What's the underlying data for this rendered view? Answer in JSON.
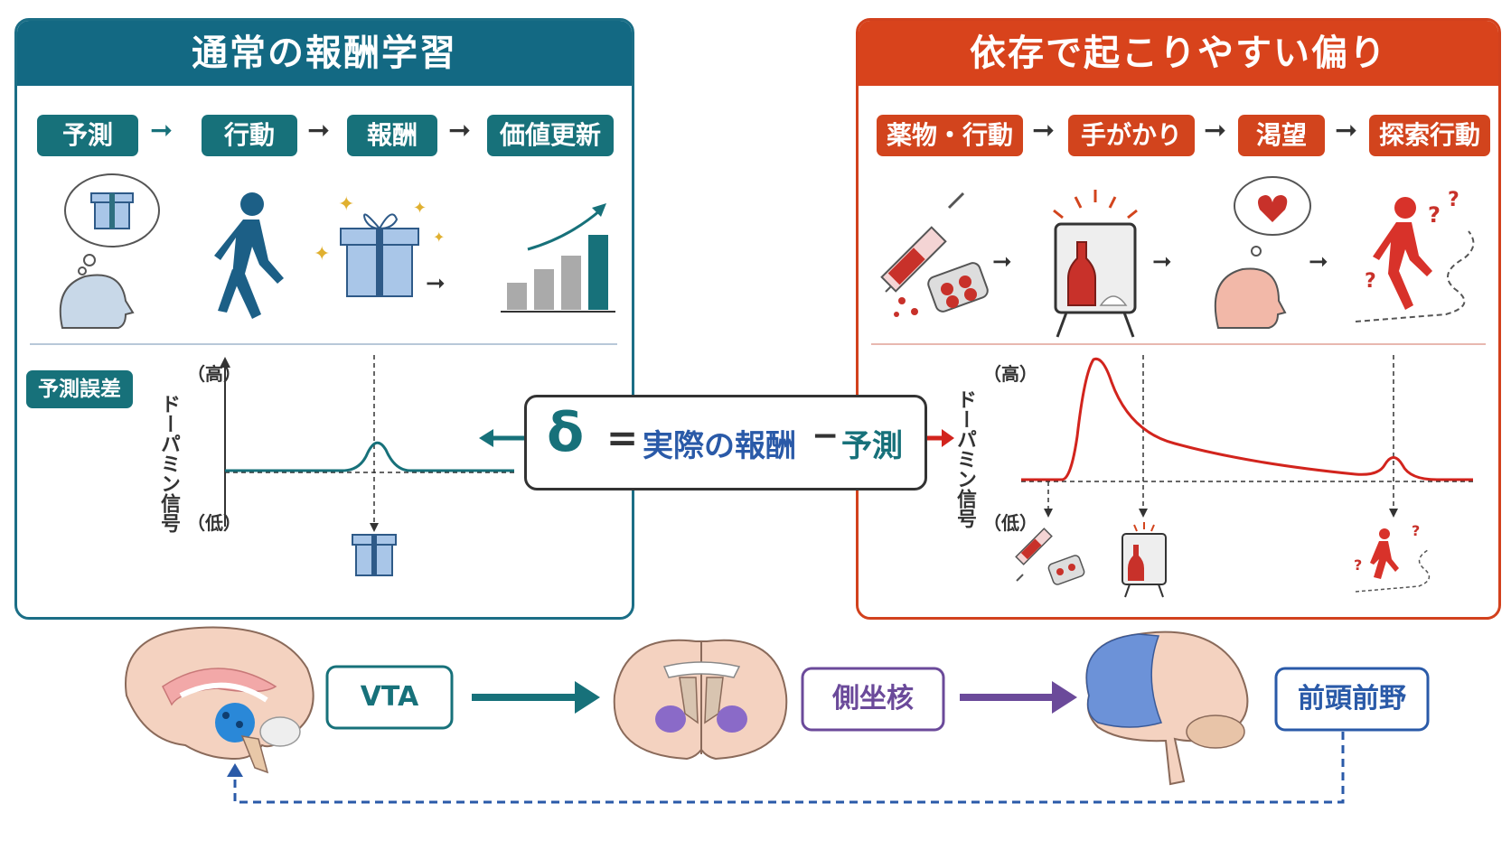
{
  "left_panel": {
    "title": "通常の報酬学習",
    "steps": [
      "予測",
      "行動",
      "報酬",
      "価値更新"
    ],
    "tag": "予測誤差",
    "ylabel": "ドーパミン信号",
    "high": "（高）",
    "low": "（低）"
  },
  "right_panel": {
    "title": "依存で起こりやすい偏り",
    "steps": [
      "薬物・行動",
      "手がかり",
      "渇望",
      "探索行動"
    ],
    "ylabel": "ドーパミン信号",
    "high": "（高）",
    "low": "（低）"
  },
  "formula": {
    "delta": "δ",
    "equals": "=",
    "actual": "実際の報酬",
    "minus": "−",
    "prediction": "予測"
  },
  "pathway": {
    "nodes": [
      "VTA",
      "側坐核",
      "前頭前野"
    ]
  },
  "colors": {
    "teal": "#17717a",
    "blue_title": "#136983",
    "red": "#d2441d",
    "purple": "#6b4a9a",
    "navy": "#2a5aa8"
  }
}
